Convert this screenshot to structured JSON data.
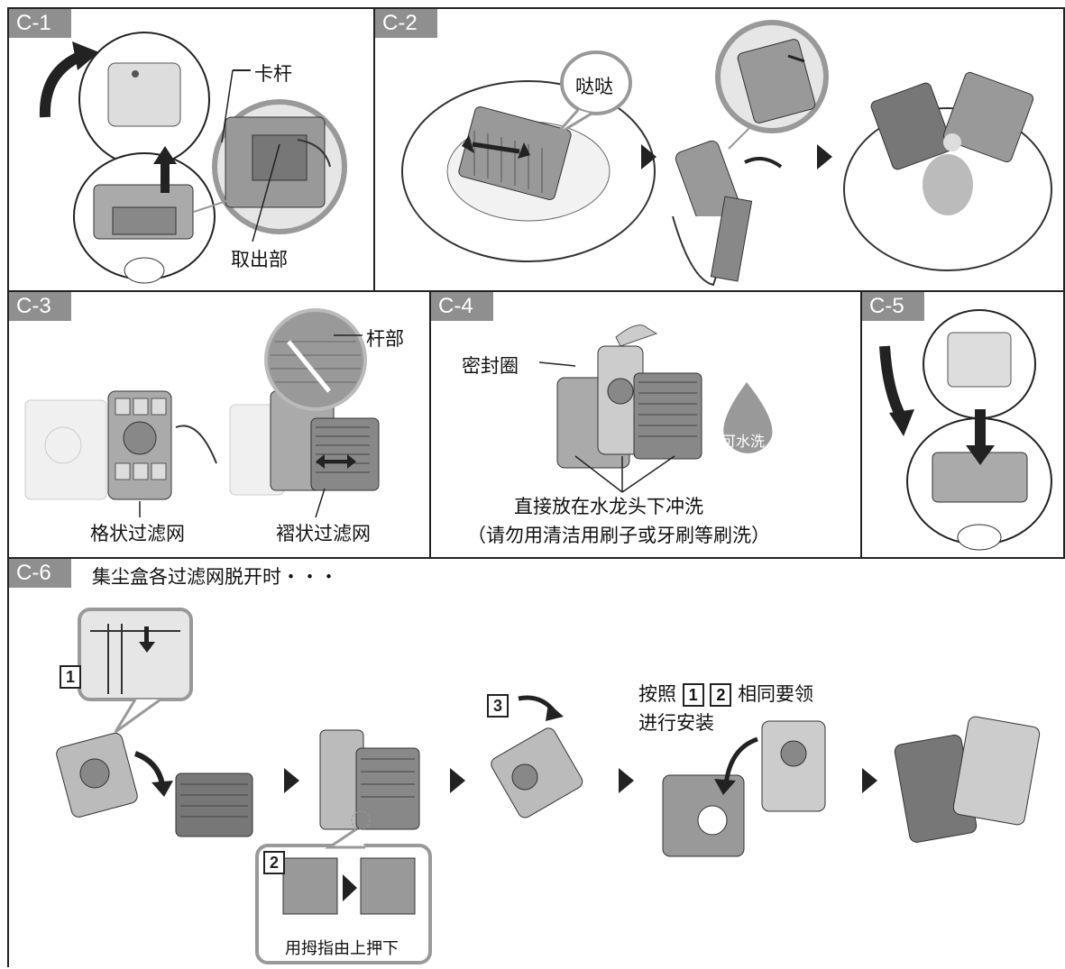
{
  "sections": {
    "c1": {
      "tag": "C-1",
      "lever": "卡杆",
      "grip": "取出部"
    },
    "c2": {
      "tag": "C-2",
      "sound": "哒哒"
    },
    "c3": {
      "tag": "C-3",
      "lever": "杆部",
      "grid_filter": "格状过滤网",
      "pleated_filter": "褶状过滤网"
    },
    "c4": {
      "tag": "C-4",
      "seal": "密封圈",
      "washable": "可水洗",
      "instruction_line1": "直接放在水龙头下冲洗",
      "instruction_line2": "（请勿用清洁用刷子或牙刷等刷洗）"
    },
    "c5": {
      "tag": "C-5"
    },
    "c6": {
      "tag": "C-6",
      "title": "集尘盒各过滤网脱开时・・・",
      "step1": "1",
      "step2": "2",
      "step3": "3",
      "install_prefix": "按照",
      "install_num1": "1",
      "install_num2": "2",
      "install_suffix": "相同要领",
      "install_line2": "进行安装",
      "thumb_press": "用拇指由上押下"
    }
  },
  "colors": {
    "tag_bg": "#8f8f8f",
    "frame": "#222222",
    "illustration_fill": "#9a9a9a",
    "highlight_ring": "#b0b0b0"
  }
}
